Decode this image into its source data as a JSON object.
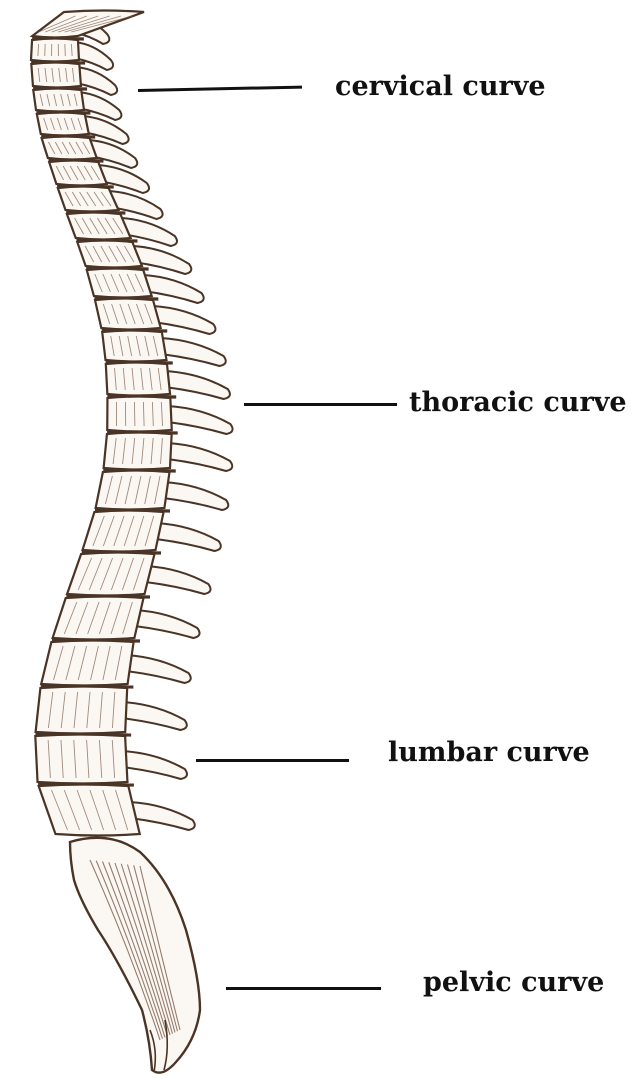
{
  "colors": {
    "bone_outline": "#4a3426",
    "bone_fill": "#fbf8f4",
    "bone_hatch": "#7a5c48",
    "label_text": "#111111",
    "leader_line": "#111111"
  },
  "labels": {
    "cervical": "cervical curve",
    "thoracic": "thoracic curve",
    "lumbar": "lumbar curve",
    "pelvic": "pelvic curve"
  }
}
